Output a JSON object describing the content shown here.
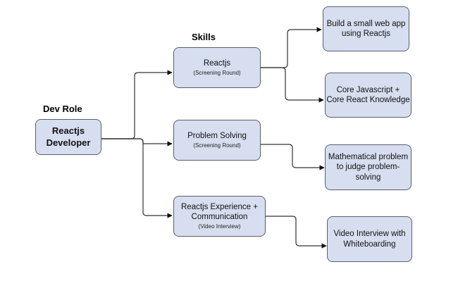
{
  "headings": {
    "dev_role": "Dev Role",
    "skills": "Skills"
  },
  "colors": {
    "node_fill": "#d6deef",
    "node_border": "#5a5f6b",
    "connector": "#333333",
    "background": "#ffffff"
  },
  "role": {
    "line1": "Reactjs",
    "line2": "Developer"
  },
  "skills": [
    {
      "title": "Reactjs",
      "title_line2": "",
      "subtitle": "(Screening Round)"
    },
    {
      "title": "Problem Solving",
      "title_line2": "",
      "subtitle": "(Screening Round)"
    },
    {
      "title": "Reactjs Experience +",
      "title_line2": "Communication",
      "subtitle": "(Video Interview)"
    }
  ],
  "outcomes": [
    {
      "line1": "Build a small web app",
      "line2": "using Reactjs",
      "line3": ""
    },
    {
      "line1": "Core Javascript +",
      "line2": "Core React Knowledge",
      "line3": ""
    },
    {
      "line1": "Mathematical problem",
      "line2": "to judge problem-",
      "line3": "solving"
    },
    {
      "line1": "Video Interview with",
      "line2": "Whiteboarding",
      "line3": ""
    }
  ],
  "edges": [
    {
      "from": "role",
      "to": "skill-reactjs"
    },
    {
      "from": "role",
      "to": "skill-problem-solving"
    },
    {
      "from": "role",
      "to": "skill-experience-communication"
    },
    {
      "from": "skill-reactjs",
      "to": "outcome-build-web-app"
    },
    {
      "from": "skill-reactjs",
      "to": "outcome-core-knowledge"
    },
    {
      "from": "skill-problem-solving",
      "to": "outcome-math-problem"
    },
    {
      "from": "skill-experience-communication",
      "to": "outcome-video-whiteboarding"
    }
  ]
}
